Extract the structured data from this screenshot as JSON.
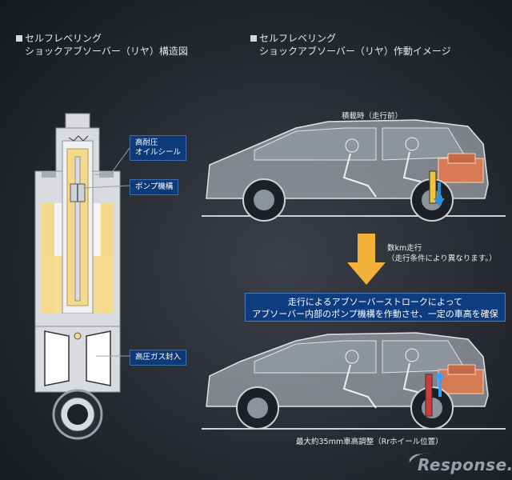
{
  "left_header": {
    "line1": "セルフレベリング",
    "line2": "ショックアブソーバー（リヤ）構造図"
  },
  "right_header": {
    "line1": "セルフレベリング",
    "line2": "ショックアブソーバー（リヤ）作動イメージ"
  },
  "callouts": {
    "seal": {
      "line1": "高耐圧",
      "line2": "オイルシール"
    },
    "pump": "ポンプ機構",
    "gas": "高圧ガス封入"
  },
  "top_car_label": "積載時（走行前）",
  "arrow_note": {
    "line1": "数km走行",
    "line2": "（走行条件により異なります。）"
  },
  "banner": {
    "line1": "走行によるアブソーバーストロークによって",
    "line2": "アブソーバー内部のポンプ機構を作動させ、一定の車高を確保"
  },
  "bottom_caption": "最大約35mm車高調整（Rrホイール位置）",
  "watermark": "Response.",
  "colors": {
    "accent_blue": "#0f3a78",
    "oil_yellow": "#f4d98a",
    "arrow_gold": "#f2b23a",
    "down_arrow": "#2a8fe0",
    "up_arrow": "#3aa0ff"
  }
}
